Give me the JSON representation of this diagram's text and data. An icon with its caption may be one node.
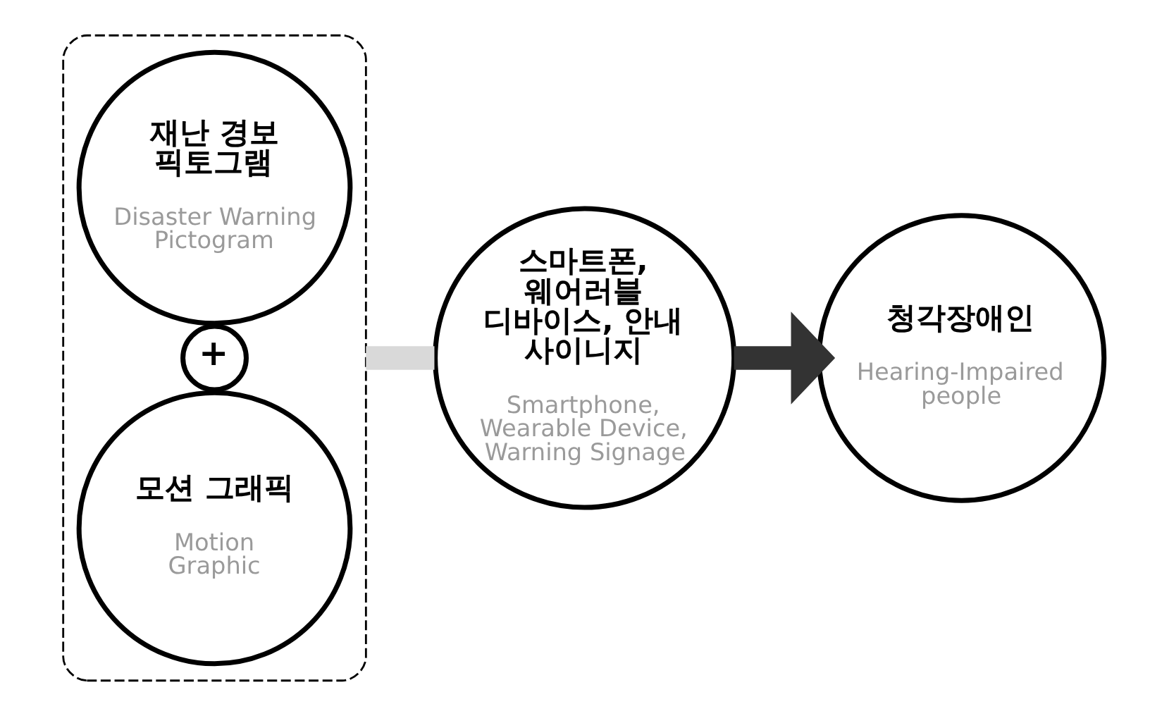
{
  "diagram": {
    "nodes": [
      {
        "text": [],
        "shape": "box"
      },
      {
        "text": [
          "재난 경보 픽토그램",
          "Disaster Warning Pictogram"
        ],
        "in": 0
      },
      {
        "text": [
          "+"
        ],
        "in": 0
      },
      {
        "text": [
          "모션 그래픽",
          "Motion Graphic"
        ],
        "in": 0
      },
      {
        "text": [
          "스마트폰, 웨어러블 디바이스, 안내 사이니지",
          "Smartphone, Wearable Device, Warning Signage"
        ]
      },
      {
        "text": [
          "청각장애인",
          "Hearing-Impaired people"
        ]
      }
    ],
    "edges": [
      {
        "from": 0,
        "to": 4,
        "arrow": "none",
        "color": "#d9d9d9"
      },
      {
        "from": 4,
        "to": 5,
        "arrow": "to",
        "color": "#333333"
      }
    ]
  }
}
